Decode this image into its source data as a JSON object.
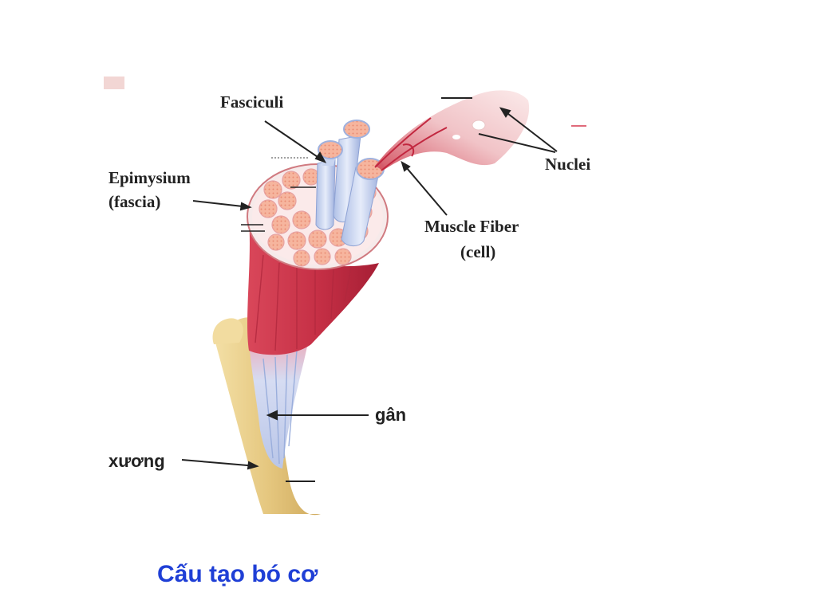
{
  "labels": {
    "fasciculi": "Fasciculi",
    "epimysium": "Epimysium",
    "epimysium_sub": "(fascia)",
    "nuclei": "Nuclei",
    "muscle_fiber": "Muscle Fiber",
    "muscle_fiber_sub": "(cell)",
    "tendon": "gân",
    "bone": "xương"
  },
  "caption": "Cấu tạo bó cơ",
  "colors": {
    "muscle": "#c8334a",
    "bone": "#e9cf8a",
    "tendon": "#c9d6ef",
    "fascicle": "#f2a38a",
    "caption": "#1f3fd6"
  }
}
